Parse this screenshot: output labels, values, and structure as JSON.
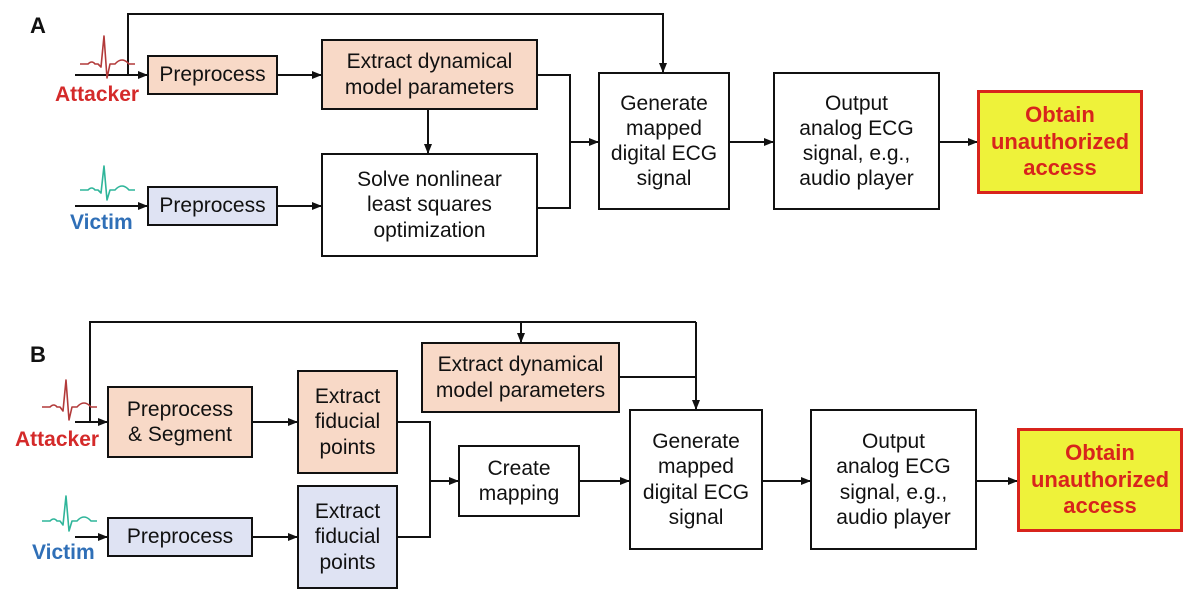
{
  "colors": {
    "attacker": "#d42a2a",
    "victim": "#2f6fb7",
    "attacker_box_fill": "#f8d9c7",
    "victim_box_fill": "#dfe3f3",
    "goal_fill": "#eef23a",
    "goal_border": "#d8241c",
    "attacker_waveform": "#b23a3a",
    "victim_waveform": "#2fb59a"
  },
  "panel_a": {
    "label": "A",
    "attacker_label": "Attacker",
    "victim_label": "Victim",
    "attacker_preprocess": "Preprocess",
    "victim_preprocess": "Preprocess",
    "extract_params": "Extract dynamical\nmodel parameters",
    "solve": "Solve nonlinear\nleast squares\noptimization",
    "generate": "Generate\nmapped\ndigital ECG\nsignal",
    "output": "Output\nanalog ECG\nsignal, e.g.,\naudio player",
    "goal": "Obtain\nunauthorized\naccess"
  },
  "panel_b": {
    "label": "B",
    "attacker_label": "Attacker",
    "victim_label": "Victim",
    "attacker_preprocess": "Preprocess\n& Segment",
    "victim_preprocess": "Preprocess",
    "attacker_fiducial": "Extract\nfiducial\npoints",
    "victim_fiducial": "Extract\nfiducial\npoints",
    "extract_params": "Extract dynamical\nmodel parameters",
    "mapping": "Create\nmapping",
    "generate": "Generate\nmapped\ndigital ECG\nsignal",
    "output": "Output\nanalog ECG\nsignal, e.g.,\naudio player",
    "goal": "Obtain\nunauthorized\naccess"
  }
}
